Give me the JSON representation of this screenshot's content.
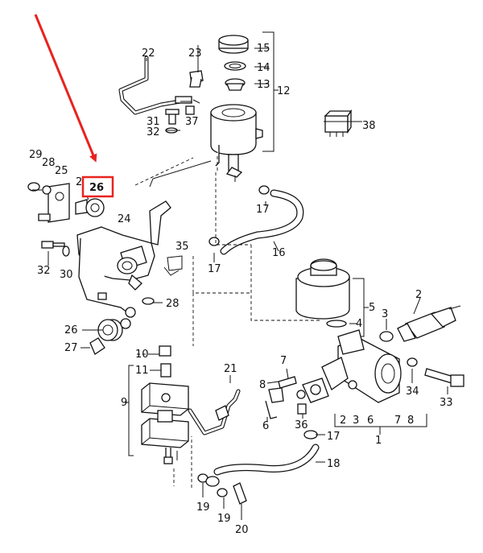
{
  "colors": {
    "highlight": "#e8231f",
    "line": "#111111",
    "background": "#ffffff"
  },
  "labels": {
    "p1": "1",
    "p2": "2",
    "p3": "3",
    "p4": "4",
    "p5": "5",
    "p6": "6",
    "p7": "7",
    "p8": "8",
    "p9": "9",
    "p10": "10",
    "p11": "11",
    "p12": "12",
    "p13": "13",
    "p14": "14",
    "p15": "15",
    "p16": "16",
    "p17a": "17",
    "p17b": "17",
    "p17c": "17",
    "p18": "18",
    "p19a": "19",
    "p19b": "19",
    "p20": "20",
    "p21": "21",
    "p22": "22",
    "p23": "23",
    "p24": "24",
    "p25": "25",
    "p26": "26",
    "p26b": "26",
    "p27": "27",
    "p28a": "28",
    "p28b": "28",
    "p29": "29",
    "p30": "30",
    "p31": "31",
    "p32a": "32",
    "p32b": "32",
    "p33": "33",
    "p34": "34",
    "p35": "35",
    "p36": "36",
    "p37": "37",
    "p38": "38",
    "p2b": "2",
    "g3": "3",
    "g6": "6",
    "g7": "7",
    "g8": "8",
    "g2": "2"
  },
  "highlighted_part": "26"
}
